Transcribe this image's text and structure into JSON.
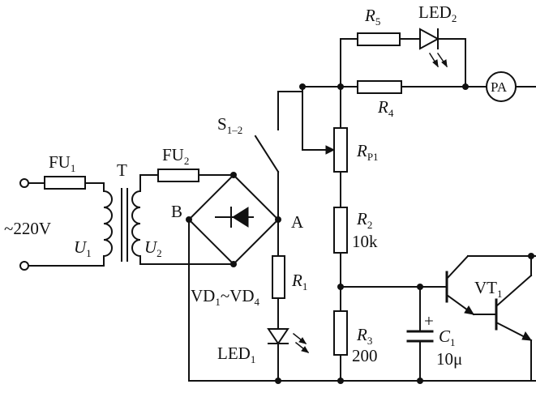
{
  "labels": {
    "fu1": {
      "main": "FU",
      "sub": "1"
    },
    "fu2": {
      "main": "FU",
      "sub": "2"
    },
    "transformer": "T",
    "mains": "~220V",
    "u1": {
      "main": "U",
      "sub": "1"
    },
    "u2": {
      "main": "U",
      "sub": "2"
    },
    "node_b": "B",
    "node_a": "A",
    "switch": {
      "main": "S",
      "sub": "1–2"
    },
    "bridge": {
      "main1": "VD",
      "sub1": "1",
      "mid": "~VD",
      "sub2": "4"
    },
    "r1": {
      "main": "R",
      "sub": "1"
    },
    "led1": {
      "main": "LED",
      "sub": "1"
    },
    "r5": {
      "main": "R",
      "sub": "5"
    },
    "led2": {
      "main": "LED",
      "sub": "2"
    },
    "r4": {
      "main": "R",
      "sub": "4"
    },
    "meter": "PA",
    "rp1": {
      "main": "R",
      "sub": "P1"
    },
    "r2": {
      "main": "R",
      "sub": "2",
      "value": "10k"
    },
    "r3": {
      "main": "R",
      "sub": "3",
      "value": "200"
    },
    "c1": {
      "main": "C",
      "sub": "1",
      "value": "10μ",
      "polarity": "+"
    },
    "vt1": {
      "main": "VT",
      "sub": "1"
    }
  }
}
